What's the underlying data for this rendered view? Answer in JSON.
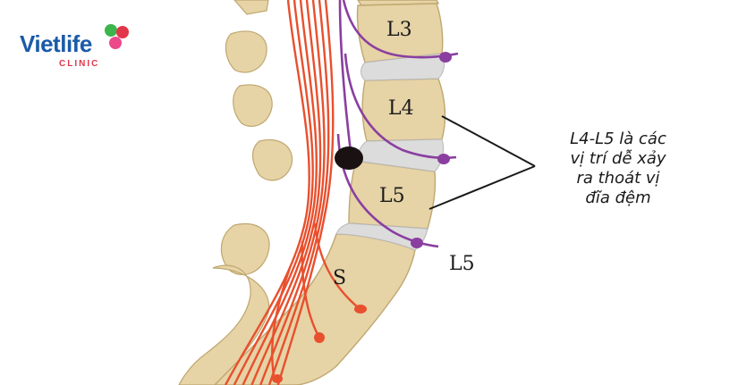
{
  "brand": {
    "name": "Vietlife",
    "sub": "CLINIC",
    "colors": {
      "blue": "#1a5aa8",
      "red": "#e2364b",
      "green": "#3cb54a",
      "pink": "#ec4a8a"
    }
  },
  "labels": {
    "l3": "L3",
    "l4": "L4",
    "l5": "L5",
    "s": "S",
    "nerve_l5": "L5"
  },
  "annotation": {
    "lines": [
      "L4-L5 là các",
      "vị trí dễ xảy",
      "ra thoát vị",
      "đĩa đệm"
    ]
  },
  "colors": {
    "bone": "#e6d3a6",
    "bone_stroke": "#bfa76f",
    "disc": "#dcdcdc",
    "nerve_red": "#e8502e",
    "nerve_purple": "#8a3fa0",
    "herniation": "#1a1212",
    "pointer": "#1a1a1a"
  }
}
